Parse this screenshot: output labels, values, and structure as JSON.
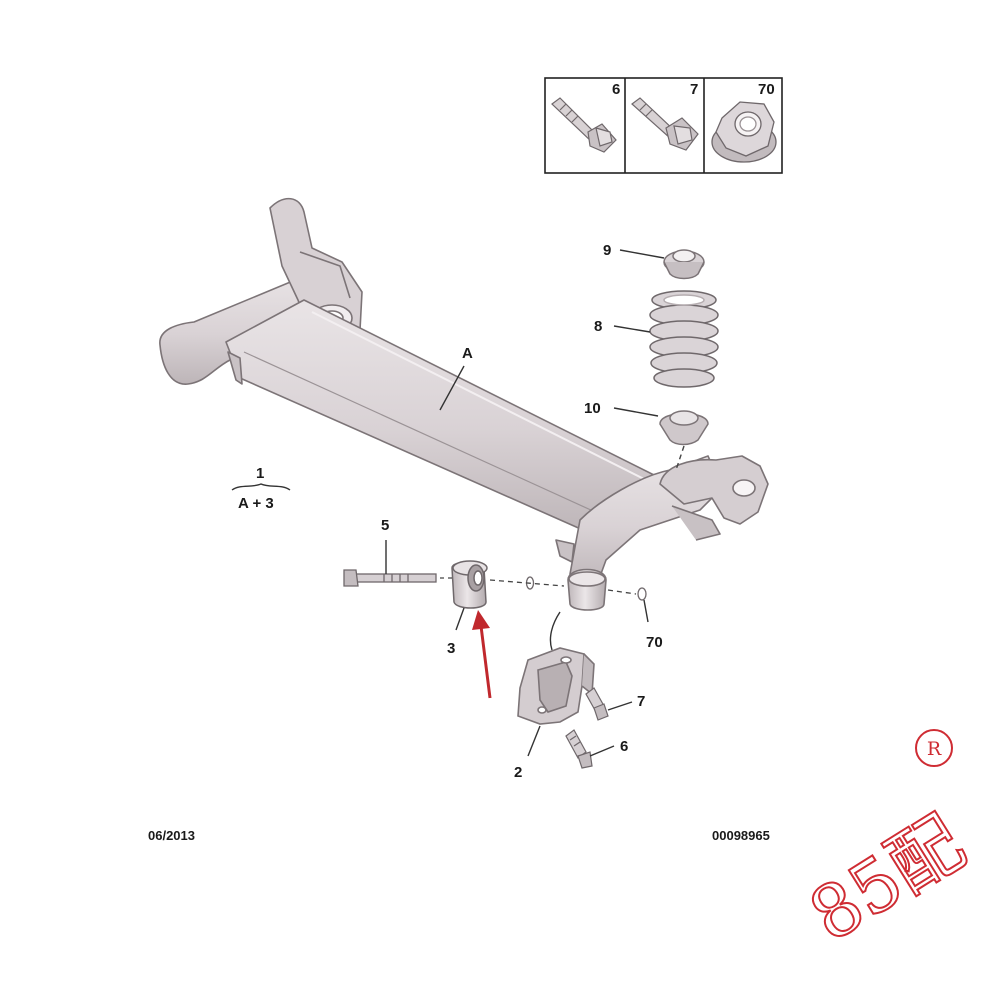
{
  "diagram": {
    "callouts": {
      "part_9": "9",
      "part_8": "8",
      "part_10": "10",
      "part_a": "A",
      "part_5": "5",
      "part_3": "3",
      "part_70": "70",
      "part_7": "7",
      "part_6": "6",
      "part_2": "2"
    },
    "legend_box": {
      "cells": [
        {
          "label": "6",
          "icon": "bolt-icon"
        },
        {
          "label": "7",
          "icon": "bolt-icon"
        },
        {
          "label": "70",
          "icon": "flange-nut-icon"
        }
      ]
    },
    "assembly_note": {
      "number": "1",
      "formula": "A + 3"
    },
    "date_code": "06/2013",
    "diagram_number": "00098965",
    "watermark": {
      "text": "85配",
      "registered_mark": "R"
    }
  },
  "colors": {
    "part_fill": "#ddd7d9",
    "part_shade": "#b9b2b5",
    "part_outline": "#7c7477",
    "arrow": "#c0282d",
    "watermark": "#cf2c33"
  }
}
